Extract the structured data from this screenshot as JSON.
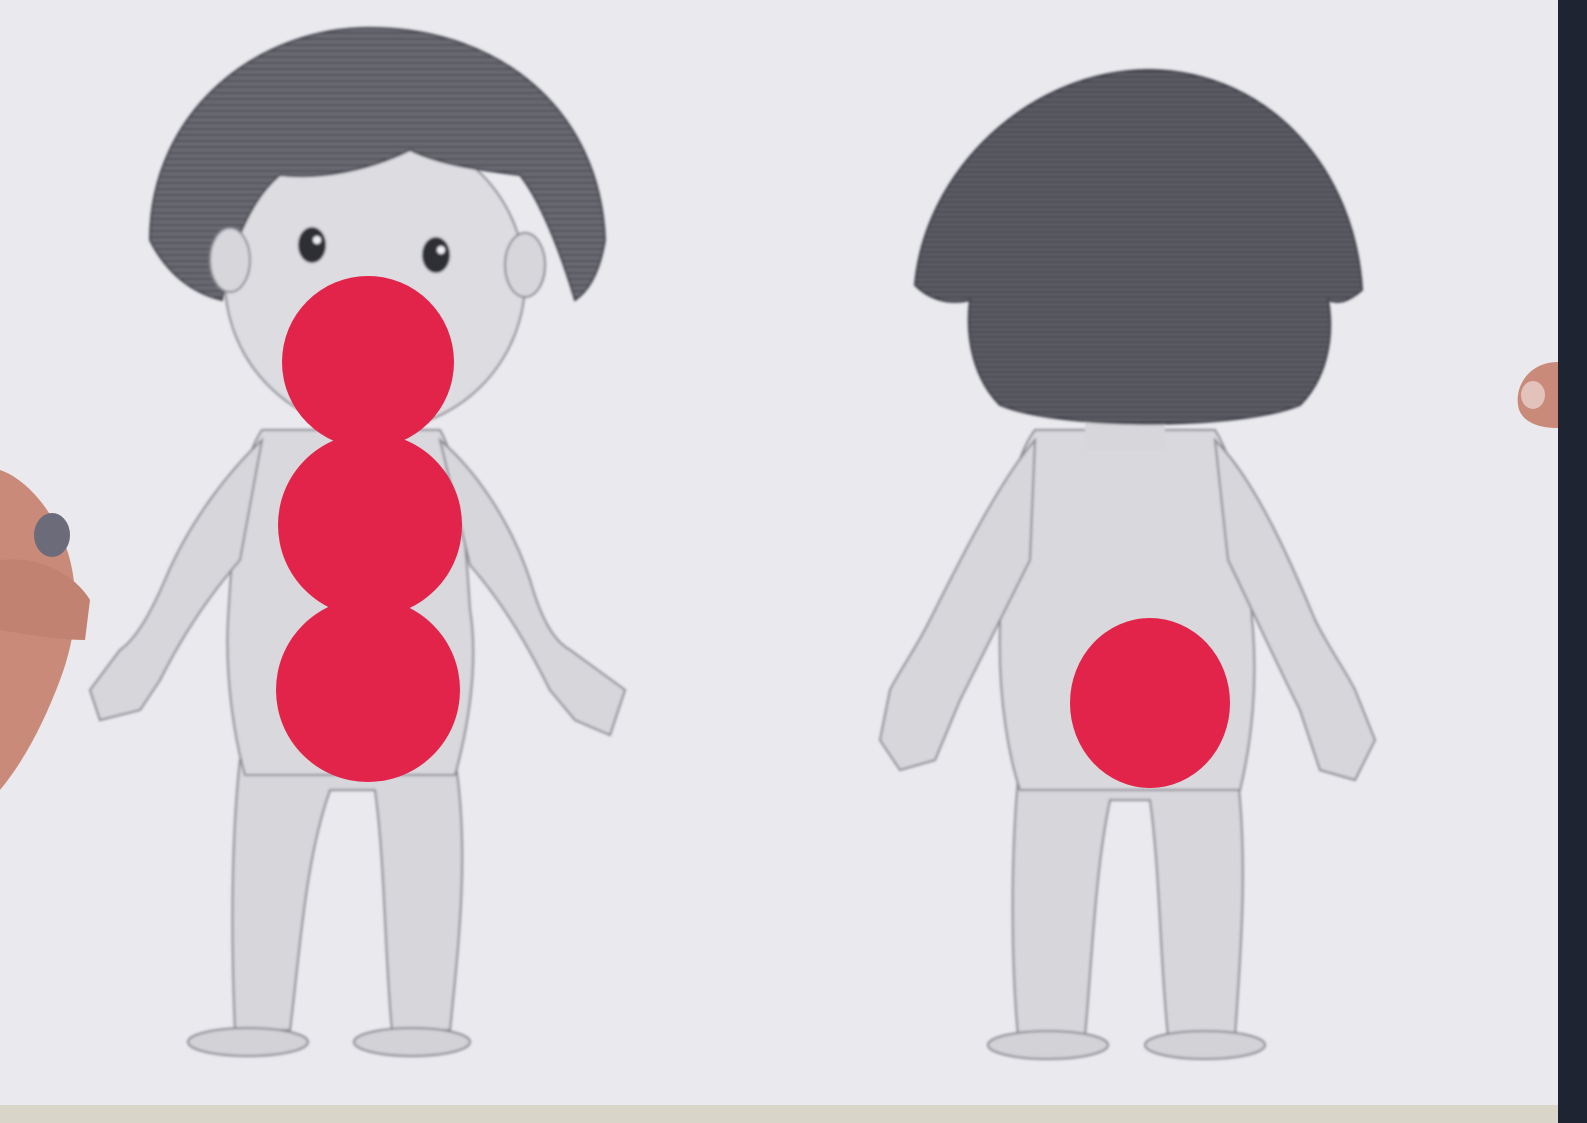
{
  "scene": {
    "description_visible_text": "",
    "colors": {
      "paper": "#e9e9ee",
      "pencil_dark": "#55555e",
      "pencil_mid": "#8a8a92",
      "skin_shade": "#d3d3d8",
      "red_dot": "#e2234a",
      "finger": "#c98a7a",
      "nail": "#6b6b7a",
      "backdrop": "#2b2b2b"
    },
    "figures": [
      {
        "view": "front",
        "red_dots": [
          "mouth",
          "chest",
          "genitals"
        ]
      },
      {
        "view": "back",
        "red_dots": [
          "buttocks"
        ]
      }
    ]
  }
}
